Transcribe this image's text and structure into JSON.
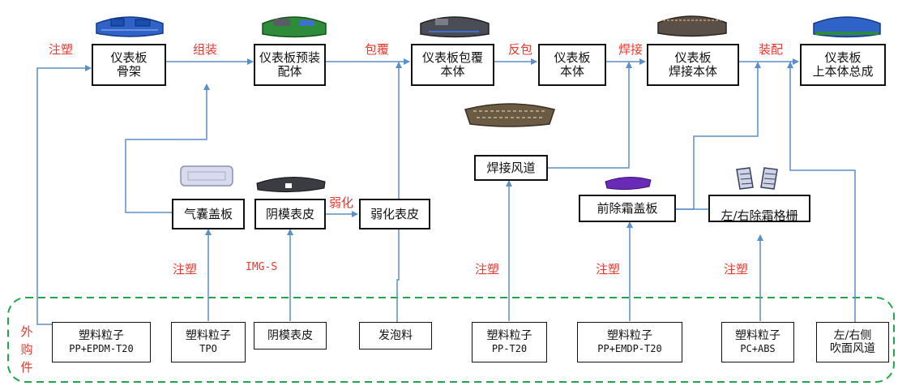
{
  "process_labels": {
    "injection_1": "注塑",
    "assembly": "组装",
    "wrapping": "包覆",
    "reverse_wrap": "反包",
    "welding": "焊接",
    "fitting": "装配",
    "weakening": "弱化",
    "injection_airbag": "注塑",
    "img_s": "IMG-S",
    "injection_duct": "注塑",
    "injection_defrost": "注塑",
    "injection_grille": "注塑"
  },
  "main_flow": [
    {
      "id": "frame",
      "lines": [
        "仪表板",
        "骨架"
      ]
    },
    {
      "id": "preassembly",
      "lines": [
        "仪表板预装",
        "配体"
      ]
    },
    {
      "id": "wrapped-body",
      "lines": [
        "仪表板包覆",
        "本体"
      ]
    },
    {
      "id": "body",
      "lines": [
        "仪表板",
        "本体"
      ]
    },
    {
      "id": "welded-body",
      "lines": [
        "仪表板",
        "焊接本体"
      ]
    },
    {
      "id": "upper-assembly",
      "lines": [
        "仪表板",
        "上本体总成"
      ]
    }
  ],
  "sub_components": {
    "airbag_cover": "气囊盖板",
    "negative_skin": "阴模表皮",
    "weakened_skin": "弱化表皮",
    "weld_duct": "焊接风道",
    "defrost_cover": "前除霜盖板",
    "defrost_grille": "左/右除霜格栅"
  },
  "purchased_label": "外购件",
  "purchased_parts": [
    {
      "id": "pellet-pp-epdm",
      "lines": [
        "塑料粒子",
        "PP+EPDM-T20"
      ]
    },
    {
      "id": "pellet-tpo",
      "lines": [
        "塑料粒子",
        "TPO"
      ]
    },
    {
      "id": "negative-skin-raw",
      "lines": [
        "阴模表皮"
      ]
    },
    {
      "id": "foam",
      "lines": [
        "发泡料"
      ]
    },
    {
      "id": "pellet-pp-t20",
      "lines": [
        "塑料粒子",
        "PP-T20"
      ]
    },
    {
      "id": "pellet-pp-emdp",
      "lines": [
        "塑料粒子",
        "PP+EMDP-T20"
      ]
    },
    {
      "id": "pellet-pc-abs",
      "lines": [
        "塑料粒子",
        "PC+ABS"
      ]
    },
    {
      "id": "side-duct",
      "lines": [
        "左/右侧",
        "吹面风道"
      ]
    }
  ],
  "colors": {
    "arrow": "#5b8fc9",
    "label": "#e8392f",
    "dashed_border": "#1fa84a",
    "frame_blue": "#2f63c8",
    "preassembly_green": "#2e8b3a",
    "skin_gray": "#4a4d55",
    "defrost_purple": "#6a2ab8"
  }
}
